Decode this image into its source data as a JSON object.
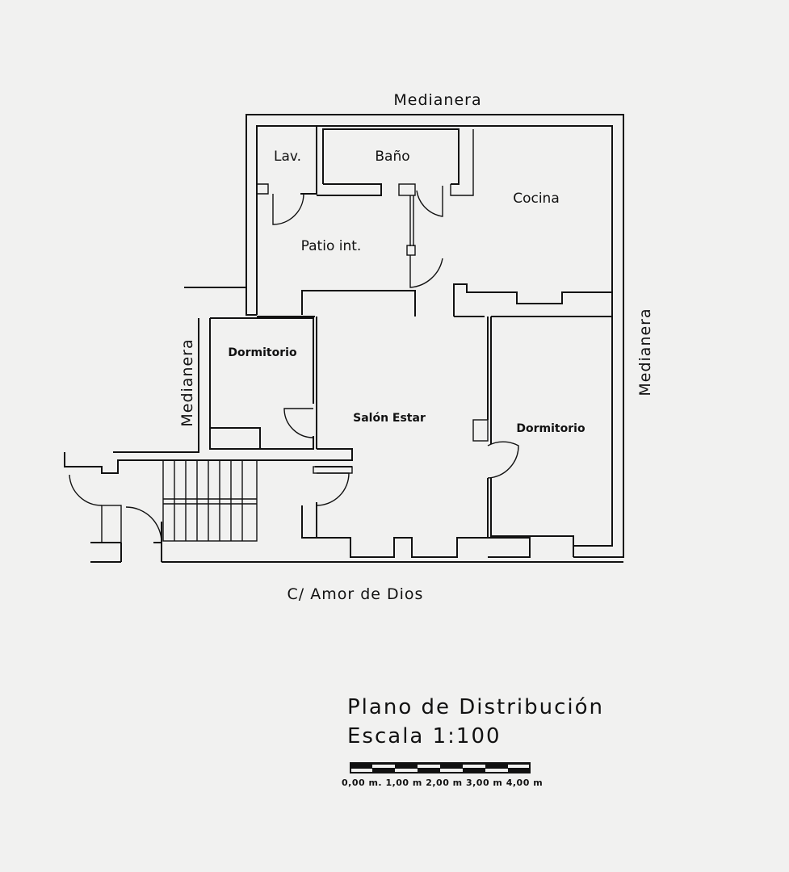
{
  "labels": {
    "medianera_top": "Medianera",
    "medianera_right": "Medianera",
    "medianera_left": "Medianera",
    "lav": "Lav.",
    "bano": "Baño",
    "cocina": "Cocina",
    "patio": "Patio int.",
    "dormitorio_1": "Dormitorio",
    "dormitorio_2": "Dormitorio",
    "salon": "Salón Estar",
    "street": "C/ Amor de Dios"
  },
  "title": {
    "line1": "Plano de Distribución",
    "line2": "Escala 1:100"
  },
  "scale_bar": {
    "text": "0,00 m. 1,00 m 2,00 m 3,00 m 4,00 m"
  }
}
